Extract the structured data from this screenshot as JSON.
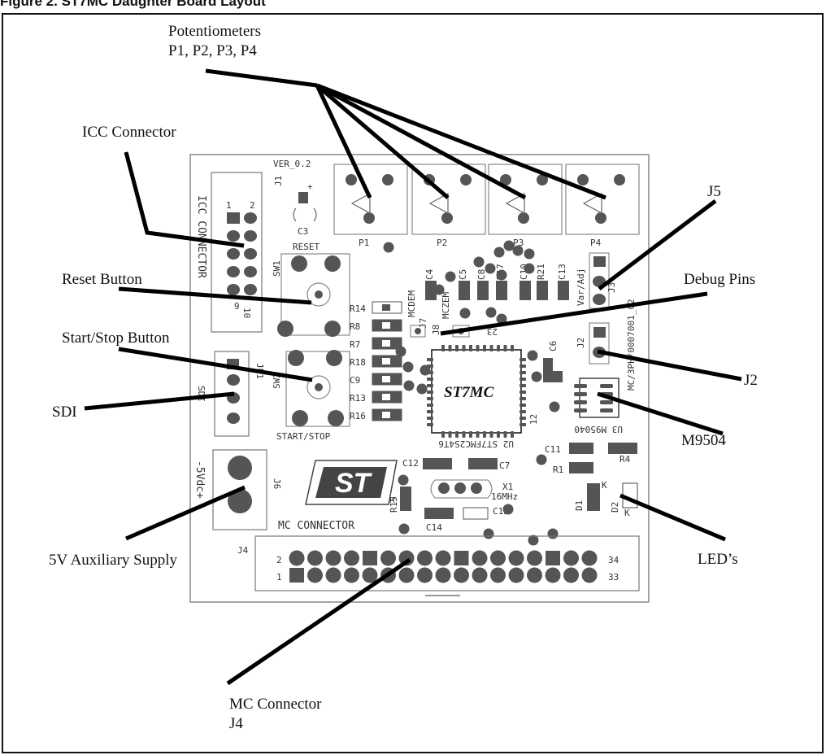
{
  "figure": {
    "header_text": "Figure 2. ST7MC Daughter Board Layout"
  },
  "callouts": {
    "potentiometers_line1": "Potentiometers",
    "potentiometers_line2": "P1, P2, P3, P4",
    "icc_connector": "ICC Connector",
    "reset_button": "Reset Button",
    "start_stop_button": "Start/Stop Button",
    "sdi": "SDI",
    "aux_supply": "5V Auxiliary Supply",
    "mc_connector_line1": "MC Connector",
    "mc_connector_line2": "J4",
    "j5": "J5",
    "debug_pins": "Debug Pins",
    "j2": "J2",
    "m9504": "M9504",
    "leds": "LED’s"
  },
  "board": {
    "version": "VER_0.2",
    "j1": "J1",
    "c3": "C3",
    "plus": "+",
    "reset": "RESET",
    "sw1": "SW1",
    "sw2": "SW2",
    "start_stop": "START/STOP",
    "icc_connector": "ICC CONNECTOR",
    "icc_pin1": "1",
    "icc_pin2": "2",
    "icc_pin9": "9",
    "icc_pin10": "10",
    "jp1": "JP1",
    "sdi": "SDI",
    "supply": "-5Vdc+",
    "j6": "J6",
    "pot_labels": [
      "P1",
      "P2",
      "P3",
      "P4"
    ],
    "res_labels": [
      "R14",
      "R8",
      "R7",
      "R18",
      "C9",
      "R13",
      "R16"
    ],
    "top_labels": [
      "C4",
      "C5",
      "C8",
      "R17",
      "C10",
      "R21",
      "C13"
    ],
    "mcdem": "MCDEM",
    "mczem": "MCZEM",
    "j7": "J7",
    "j8": "J8",
    "chip": "ST7MC",
    "chip_pin23": "23",
    "chip_pin12": "12",
    "u2": "U2 ST7FMC2S4T6",
    "u3": "U3 M95040",
    "var_adj": "Var/Adj",
    "j3": "J3",
    "j2": "J2",
    "pcb_id": "MC/3PH/0007001_C2",
    "c6": "C6",
    "c11": "C11",
    "r1": "R1",
    "r4": "R4",
    "c12": "C12",
    "c7": "C7",
    "r15": "R15",
    "x1": "X1",
    "freq": "16MHz",
    "c14": "C14",
    "c15": "C15",
    "d1": "D1",
    "d2": "D2",
    "k1": "K",
    "k2": "K",
    "mc_connector": "MC CONNECTOR",
    "j4": "J4",
    "pin2": "2",
    "pin1": "1",
    "pin34": "34",
    "pin33": "33"
  }
}
